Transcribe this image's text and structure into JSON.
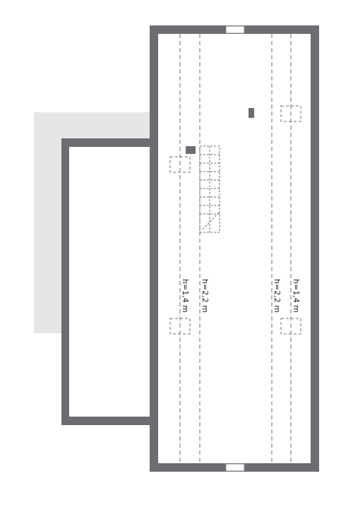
{
  "plan": {
    "height_labels": [
      {
        "id": "left-outer",
        "text": "h=1,4 m"
      },
      {
        "id": "left-inner",
        "text": "h=2,2 m"
      },
      {
        "id": "right-inner",
        "text": "h=2,2 m"
      },
      {
        "id": "right-outer",
        "text": "h=1,4 m"
      }
    ],
    "colors": {
      "wall": "#6b6d71",
      "roof_overhang": "#e6e6e6",
      "background": "#ffffff"
    }
  }
}
